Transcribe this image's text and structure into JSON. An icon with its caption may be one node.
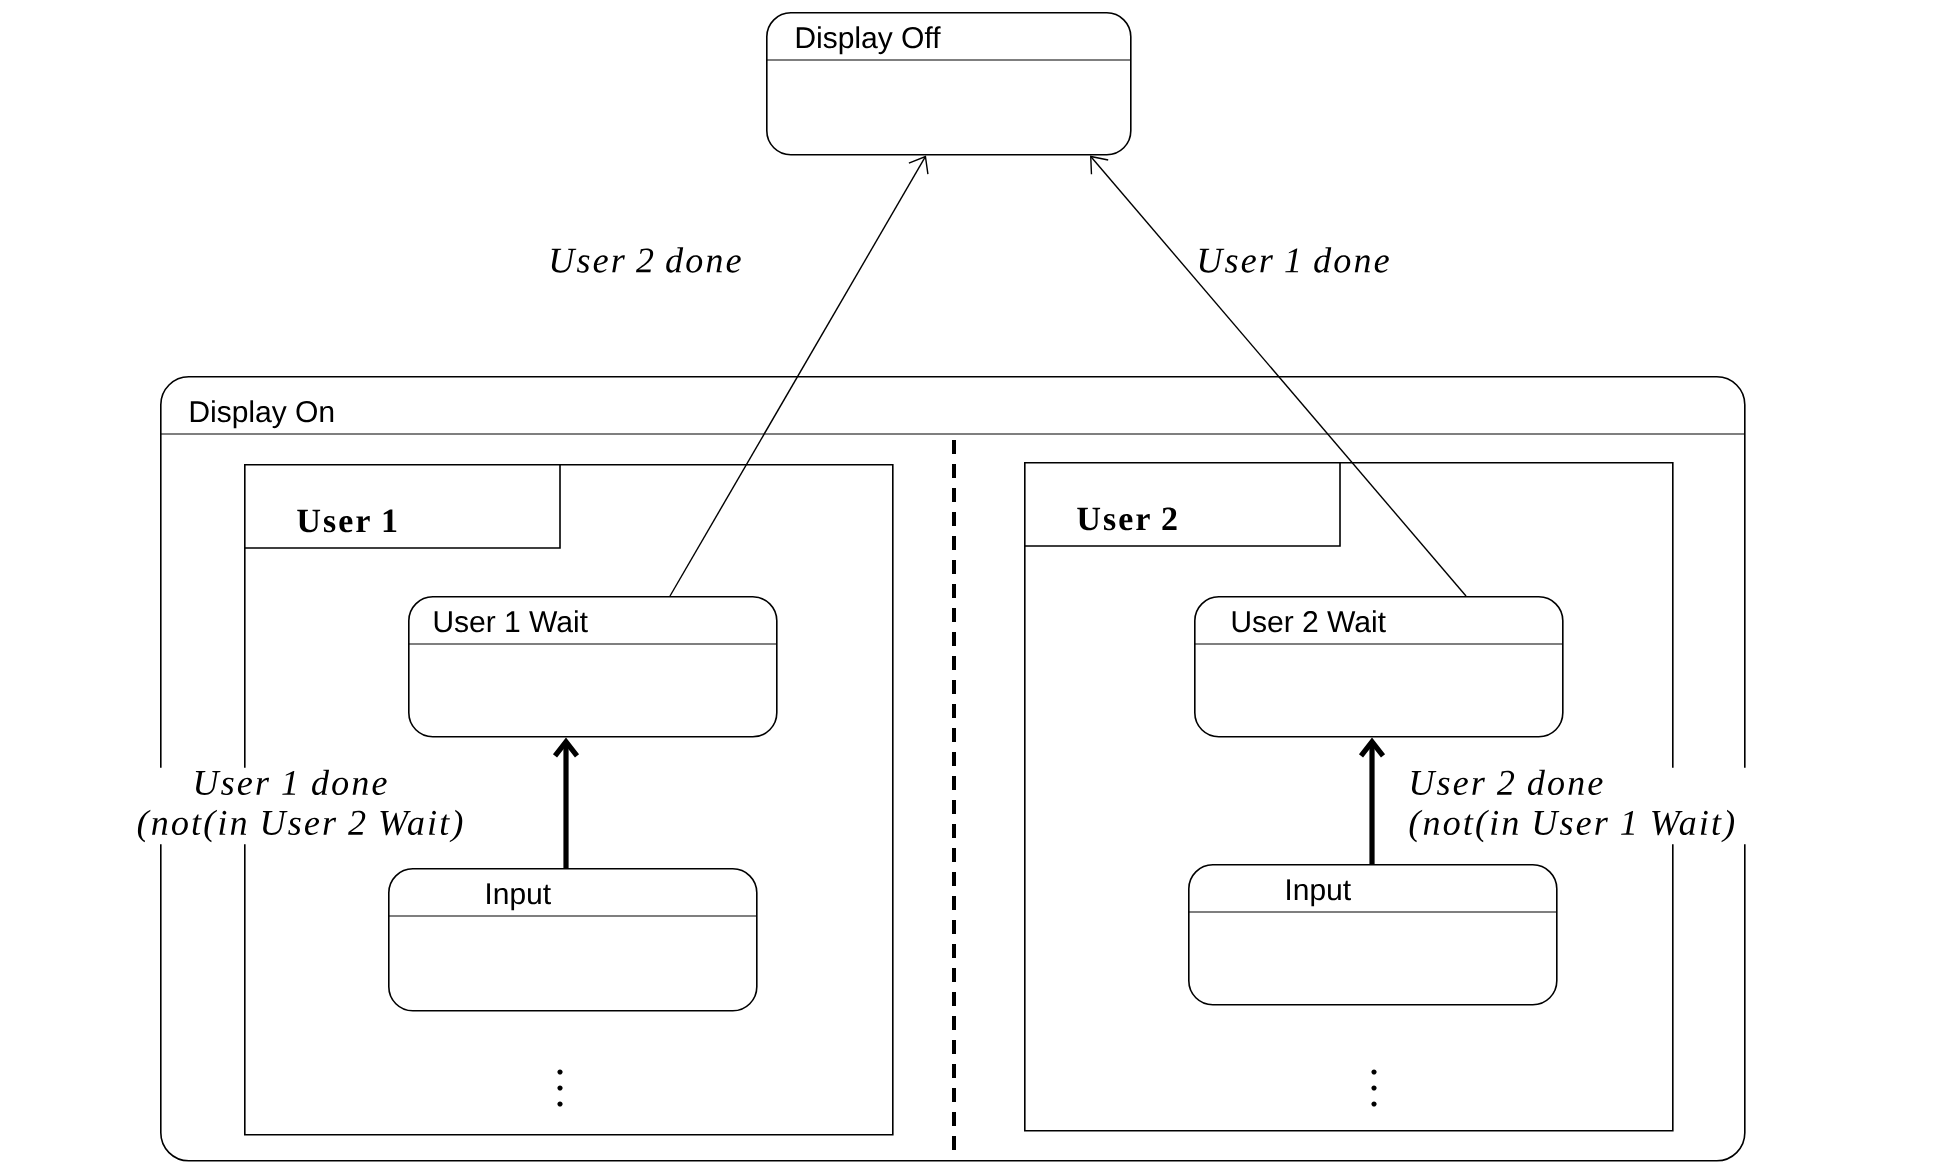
{
  "diagram": {
    "nodes": [
      {
        "text": [
          "Display Off"
        ]
      },
      {
        "text": [
          "Display On"
        ]
      },
      {
        "text": [
          "User 1"
        ],
        "in": 1
      },
      {
        "text": [
          "User  1 Wait"
        ],
        "in": 2
      },
      {
        "text": [
          "Input"
        ],
        "in": 2
      },
      {
        "text": [
          "User 2"
        ],
        "in": 1
      },
      {
        "text": [
          "User 2 Wait"
        ],
        "in": 5
      },
      {
        "text": [
          "Input"
        ],
        "in": 5
      }
    ],
    "edges": [
      {
        "from": 3,
        "to": 0,
        "arrow": "to",
        "label": "User 2 done"
      },
      {
        "from": 6,
        "to": 0,
        "arrow": "to",
        "label": "User 1 done"
      },
      {
        "from": 4,
        "to": 3,
        "arrow": "to",
        "label": "User 1 done (not(in User 2 Wait)",
        "style": "thick"
      },
      {
        "from": 7,
        "to": 6,
        "arrow": "to",
        "label": "User 2 done (not(in User 1 Wait)",
        "style": "thick"
      }
    ]
  }
}
